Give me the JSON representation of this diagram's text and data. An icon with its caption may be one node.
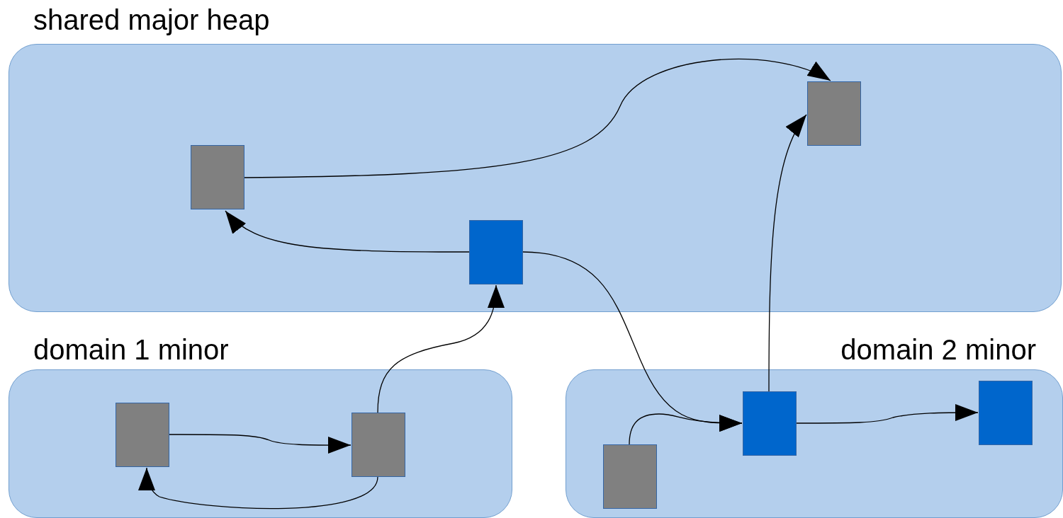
{
  "diagram": {
    "nodes": [
      {
        "text": [
          "shared major heap"
        ]
      },
      {
        "text": [],
        "shape": "box",
        "in": 0
      },
      {
        "text": [],
        "shape": "box",
        "in": 0
      },
      {
        "text": [],
        "shape": "box",
        "in": 0
      },
      {
        "text": [
          "domain 1 minor"
        ]
      },
      {
        "text": [],
        "shape": "box",
        "in": 4
      },
      {
        "text": [],
        "shape": "box",
        "in": 4
      },
      {
        "text": [
          "domain 2 minor"
        ]
      },
      {
        "text": [],
        "shape": "box",
        "in": 7
      },
      {
        "text": [],
        "shape": "box",
        "in": 7
      },
      {
        "text": [],
        "shape": "box",
        "in": 7
      }
    ],
    "edges": [
      {
        "from": 1,
        "to": 2,
        "arrow": "to"
      },
      {
        "from": 3,
        "to": 1,
        "arrow": "to"
      },
      {
        "from": 6,
        "to": 3,
        "arrow": "to"
      },
      {
        "from": 3,
        "to": 9,
        "arrow": "to"
      },
      {
        "from": 9,
        "to": 2,
        "arrow": "to"
      },
      {
        "from": 5,
        "to": 6,
        "arrow": "to"
      },
      {
        "from": 6,
        "to": 5,
        "arrow": "to"
      },
      {
        "from": 8,
        "to": 9,
        "arrow": "to"
      },
      {
        "from": 9,
        "to": 10,
        "arrow": "to"
      }
    ]
  }
}
